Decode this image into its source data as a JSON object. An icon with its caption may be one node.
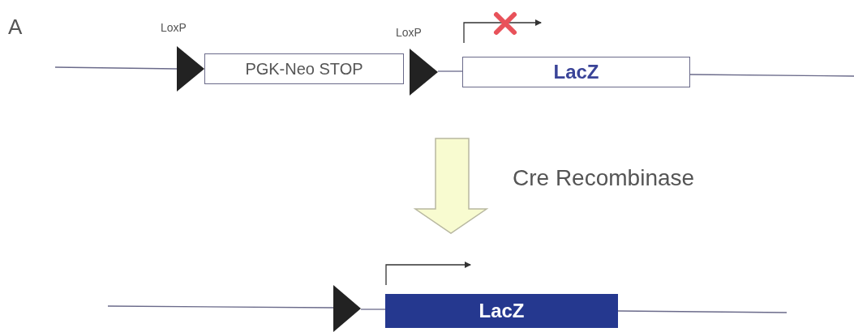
{
  "diagram": {
    "nodes": [
      {
        "text": [
          "PGK-Neo STOP"
        ]
      },
      {
        "text": [
          "LacZ"
        ]
      },
      {
        "text": [
          "LacZ"
        ]
      }
    ],
    "labels": [
      "A",
      "LoxP",
      "LoxP",
      "Cre Recombinase"
    ]
  }
}
